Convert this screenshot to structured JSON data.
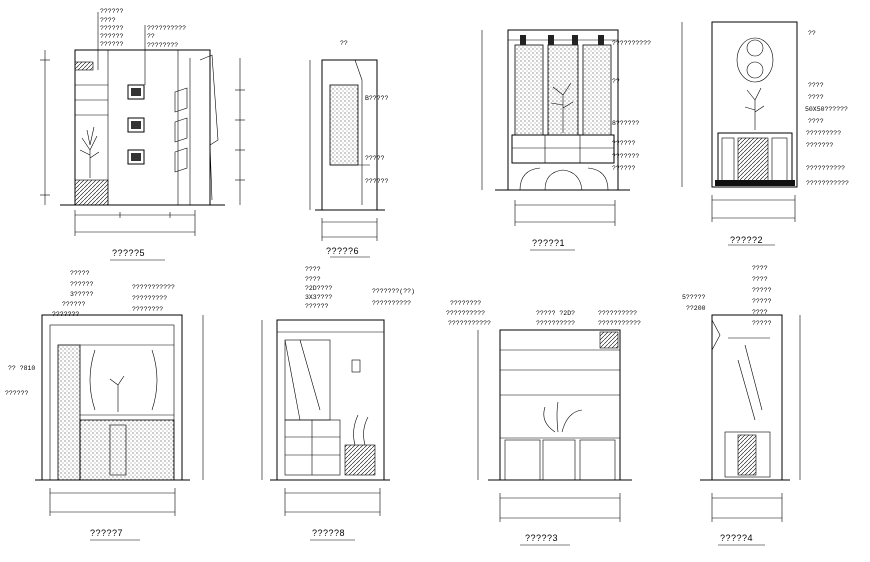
{
  "drawings": [
    {
      "id": "v5",
      "title": "?????5",
      "notes": [
        "??????",
        "????",
        "??????",
        "??????",
        "??????",
        "??????????",
        "??",
        "????????"
      ]
    },
    {
      "id": "v6",
      "title": "?????6",
      "notes": [
        "??",
        "B?????",
        "?????",
        "??????"
      ]
    },
    {
      "id": "v1",
      "title": "?????1",
      "notes": [
        "??????????",
        "??",
        "8??????",
        "??????",
        "???????",
        "??????"
      ]
    },
    {
      "id": "v2",
      "title": "?????2",
      "notes": [
        "??",
        "????",
        "????",
        "50X50??????",
        "????",
        "?????????",
        "???????",
        "??????????",
        "???????????"
      ]
    },
    {
      "id": "v7",
      "title": "?????7",
      "notes": [
        "?????",
        "??????",
        "3?????",
        "??????",
        "???????",
        "???????????",
        "?????????",
        "????????",
        "?? ?810",
        "??????"
      ]
    },
    {
      "id": "v8",
      "title": "?????8",
      "notes": [
        "????",
        "????",
        "?2D????",
        "3X3????",
        "??????",
        "???????(??)",
        "??????????"
      ]
    },
    {
      "id": "v3",
      "title": "?????3",
      "notes": [
        "????????",
        "??????????",
        "???????????",
        "????? ?2D?",
        "??????????",
        "??????????",
        "???????????"
      ]
    },
    {
      "id": "v4",
      "title": "?????4",
      "notes": [
        "5?????",
        "??200",
        "????",
        "????",
        "?????",
        "?????",
        "????",
        "?????"
      ]
    }
  ]
}
